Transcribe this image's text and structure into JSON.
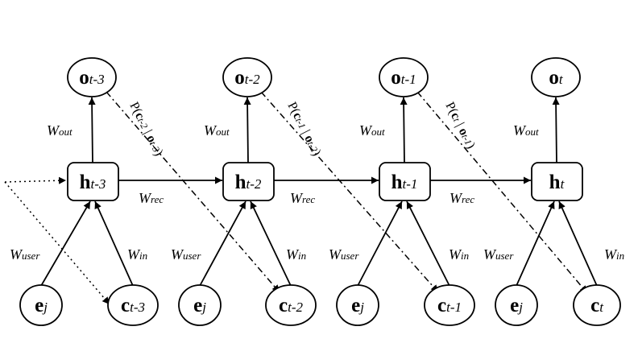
{
  "columns": [
    {
      "output": {
        "main": "o",
        "sub": "t-3"
      },
      "hidden": {
        "main": "h",
        "sub": "t-3"
      },
      "entity": {
        "main": "e",
        "sub": "j"
      },
      "context": {
        "main": "c",
        "sub": "t-3"
      }
    },
    {
      "output": {
        "main": "o",
        "sub": "t-2"
      },
      "hidden": {
        "main": "h",
        "sub": "t-2"
      },
      "entity": {
        "main": "e",
        "sub": "j"
      },
      "context": {
        "main": "c",
        "sub": "t-2"
      }
    },
    {
      "output": {
        "main": "o",
        "sub": "t-1"
      },
      "hidden": {
        "main": "h",
        "sub": "t-1"
      },
      "entity": {
        "main": "e",
        "sub": "j"
      },
      "context": {
        "main": "c",
        "sub": "t-1"
      }
    },
    {
      "output": {
        "main": "o",
        "sub": "t"
      },
      "hidden": {
        "main": "h",
        "sub": "t"
      },
      "entity": {
        "main": "e",
        "sub": "j"
      },
      "context": {
        "main": "c",
        "sub": "t"
      }
    }
  ],
  "weights": {
    "out": {
      "main": "W",
      "sub": "out"
    },
    "rec": {
      "main": "W",
      "sub": "rec"
    },
    "user": {
      "main": "W",
      "sub": "user"
    },
    "in": {
      "main": "W",
      "sub": "in"
    }
  },
  "probabilities": [
    {
      "open": "P(",
      "c": "c",
      "c_sub": "t-2",
      "bar": " | ",
      "o": "o",
      "o_sub": "t-3",
      "close": ")"
    },
    {
      "open": "P(",
      "c": "c",
      "c_sub": "t-1",
      "bar": " | ",
      "o": "o",
      "o_sub": "t-2",
      "close": ")"
    },
    {
      "open": "P(",
      "c": "c",
      "c_sub": "t",
      "bar": " | ",
      "o": "o",
      "o_sub": "t-1",
      "close": ")"
    }
  ]
}
